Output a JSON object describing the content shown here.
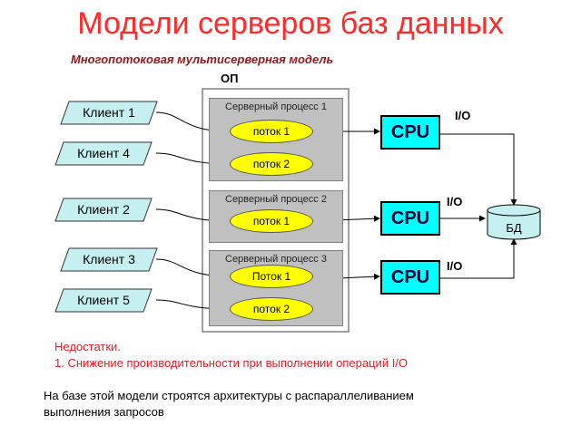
{
  "title": "Модели серверов баз данных",
  "subtitle": "Многопотоковая мультисерверная модель",
  "memory_label": "ОП",
  "clients": [
    "Клиент 1",
    "Клиент 4",
    "Клиент 2",
    "Клиент 3",
    "Клиент 5"
  ],
  "processes": [
    {
      "label": "Серверный процесс 1",
      "threads": [
        "поток 1",
        "поток 2"
      ]
    },
    {
      "label": "Серверный процесс 2",
      "threads": [
        "поток 1"
      ]
    },
    {
      "label": "Серверный процесс 3",
      "threads": [
        "Поток 1",
        "поток 2"
      ]
    }
  ],
  "cpu_label": "CPU",
  "io_label": "I/O",
  "db_label": "БД",
  "drawbacks": {
    "heading": "Недостатки.",
    "item1": "1. Снижение производительности при выполнении операций I/O"
  },
  "footer": {
    "line1": "На базе этой модели строятся архитектуры с распараллеливанием",
    "line2": "выполнения запросов"
  },
  "colors": {
    "title": "#ff2a2a",
    "subtitle": "#8b1a1a",
    "client_fill": "#c6f0f0",
    "process_fill": "#c0c0c0",
    "thread_fill": "#ffff00",
    "cpu_fill": "#00ffff",
    "db_fill": "#c6f0f0",
    "drawbacks": "#e02020"
  }
}
